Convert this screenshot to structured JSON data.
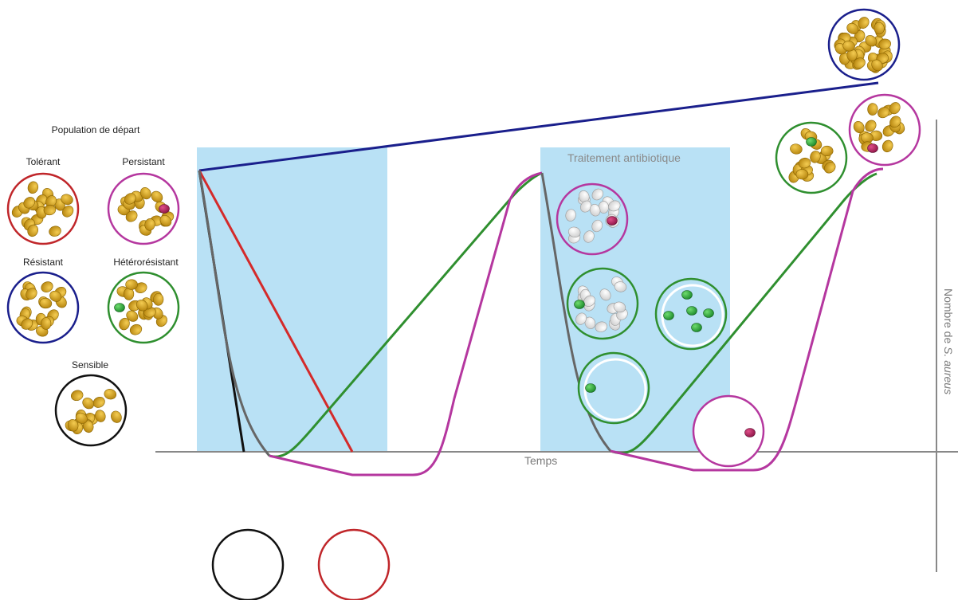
{
  "legend": {
    "title": "Population de départ",
    "items": [
      {
        "label": "Tolérant",
        "color": "#c0262a"
      },
      {
        "label": "Persistant",
        "color": "#b5379f"
      },
      {
        "label": "Résistant",
        "color": "#1a1f8c"
      },
      {
        "label": "Hétérorésistant",
        "color": "#2f8f2f"
      },
      {
        "label": "Sensible",
        "color": "#111111"
      }
    ]
  },
  "treatment_label": "Traitement antibiotique",
  "x_axis_label": "Temps",
  "y_axis": {
    "prefix": "Nombre de ",
    "italic": "S. aureus"
  },
  "colors": {
    "treatment_band": "#b9e1f5",
    "bacterium": "#d6a11e",
    "persister_cell": "#b8205e",
    "heteroresistant_cell": "#2eaa3c",
    "dead_cell": "#eeeeee",
    "axis": "#888888"
  }
}
